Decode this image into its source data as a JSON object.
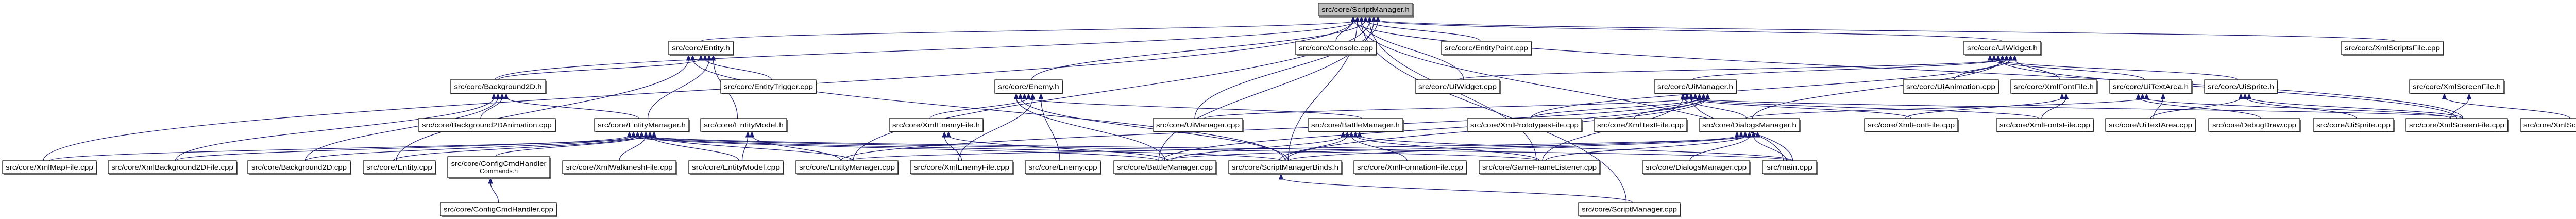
{
  "graph": {
    "type": "include-dependency-graph",
    "root": "sm_h",
    "colors": {
      "edge": "#191970",
      "root_fill": "#bfbfbf",
      "node_fill": "#ffffff",
      "node_border": "#000000"
    },
    "nodes": [
      {
        "id": "sm_h",
        "label": [
          "src/core/ScriptManager.h"
        ]
      },
      {
        "id": "xmlmap",
        "label": [
          "src/core/XmlMapFile.cpp"
        ]
      },
      {
        "id": "xmlbg",
        "label": [
          "src/core/XmlBackground2DFile.cpp"
        ]
      },
      {
        "id": "bg2dcpp",
        "label": [
          "src/core/Background2D.cpp"
        ]
      },
      {
        "id": "entitycpp",
        "label": [
          "src/core/Entity.cpp"
        ]
      },
      {
        "id": "cfgcmds",
        "label": [
          "src/core/ConfigCmdHandler",
          "Commands.h"
        ]
      },
      {
        "id": "cfgcpp",
        "label": [
          "src/core/ConfigCmdHandler.cpp"
        ]
      },
      {
        "id": "bg2dh",
        "label": [
          "src/core/Background2D.h"
        ]
      },
      {
        "id": "bg2danim",
        "label": [
          "src/core/Background2DAnimation.cpp"
        ]
      },
      {
        "id": "entityh",
        "label": [
          "src/core/Entity.h"
        ]
      },
      {
        "id": "trigger",
        "label": [
          "src/core/EntityTrigger.cpp"
        ]
      },
      {
        "id": "emh",
        "label": [
          "src/core/EntityManager.h"
        ]
      },
      {
        "id": "modelh",
        "label": [
          "src/core/EntityModel.h"
        ]
      },
      {
        "id": "xeh",
        "label": [
          "src/core/XmlEnemyFile.h"
        ]
      },
      {
        "id": "walk",
        "label": [
          "src/core/XmlWalkmeshFile.cpp"
        ]
      },
      {
        "id": "modelcpp",
        "label": [
          "src/core/EntityModel.cpp"
        ]
      },
      {
        "id": "emcpp",
        "label": [
          "src/core/EntityManager.cpp"
        ]
      },
      {
        "id": "xecpp",
        "label": [
          "src/core/XmlEnemyFile.cpp"
        ]
      },
      {
        "id": "enemyh",
        "label": [
          "src/core/Enemy.h"
        ]
      },
      {
        "id": "enemycpp",
        "label": [
          "src/core/Enemy.cpp"
        ]
      },
      {
        "id": "console",
        "label": [
          "src/core/Console.cpp"
        ]
      },
      {
        "id": "epoint",
        "label": [
          "src/core/EntityPoint.cpp"
        ]
      },
      {
        "id": "uiwcpp",
        "label": [
          "src/core/UiWidget.cpp"
        ]
      },
      {
        "id": "uimcpp",
        "label": [
          "src/core/UiManager.cpp"
        ]
      },
      {
        "id": "bmh",
        "label": [
          "src/core/BattleManager.h"
        ]
      },
      {
        "id": "proto",
        "label": [
          "src/core/XmlPrototypesFile.cpp"
        ]
      },
      {
        "id": "bmcpp",
        "label": [
          "src/core/BattleManager.cpp"
        ]
      },
      {
        "id": "binds",
        "label": [
          "src/core/ScriptManagerBinds.h"
        ]
      },
      {
        "id": "formation",
        "label": [
          "src/core/XmlFormationFile.cpp"
        ]
      },
      {
        "id": "gfl",
        "label": [
          "src/core/GameFrameListener.cpp"
        ]
      },
      {
        "id": "uiwh",
        "label": [
          "src/core/UiWidget.h"
        ]
      },
      {
        "id": "uimh",
        "label": [
          "src/core/UiManager.h"
        ]
      },
      {
        "id": "uianim",
        "label": [
          "src/core/UiAnimation.cpp"
        ]
      },
      {
        "id": "xfh",
        "label": [
          "src/core/XmlFontFile.h"
        ]
      },
      {
        "id": "xtext",
        "label": [
          "src/core/XmlTextFile.cpp"
        ]
      },
      {
        "id": "dmh",
        "label": [
          "src/core/DialogsManager.h"
        ]
      },
      {
        "id": "xfcpp",
        "label": [
          "src/core/XmlFontFile.cpp"
        ]
      },
      {
        "id": "xfonts",
        "label": [
          "src/core/XmlFontsFile.cpp"
        ]
      },
      {
        "id": "dmcpp",
        "label": [
          "src/core/DialogsManager.cpp"
        ]
      },
      {
        "id": "main",
        "label": [
          "src/main.cpp"
        ]
      },
      {
        "id": "smcpp",
        "label": [
          "src/core/ScriptManager.cpp"
        ]
      },
      {
        "id": "scripts",
        "label": [
          "src/core/XmlScriptsFile.cpp"
        ]
      },
      {
        "id": "utah",
        "label": [
          "src/core/UiTextArea.h"
        ]
      },
      {
        "id": "usph",
        "label": [
          "src/core/UiSprite.h"
        ]
      },
      {
        "id": "xsh",
        "label": [
          "src/core/XmlScreenFile.h"
        ]
      },
      {
        "id": "utacpp",
        "label": [
          "src/core/UiTextArea.cpp"
        ]
      },
      {
        "id": "debug",
        "label": [
          "src/core/DebugDraw.cpp"
        ]
      },
      {
        "id": "uspcpp",
        "label": [
          "src/core/UiSprite.cpp"
        ]
      },
      {
        "id": "xscpp",
        "label": [
          "src/core/XmlScreenFile.cpp"
        ]
      },
      {
        "id": "xsscpp",
        "label": [
          "src/core/XmlScreensFile.cpp"
        ]
      }
    ],
    "edges": [
      [
        "xmlmap",
        "sm_h"
      ],
      [
        "bg2dh",
        "sm_h"
      ],
      [
        "entityh",
        "sm_h"
      ],
      [
        "enemyh",
        "sm_h"
      ],
      [
        "emcpp",
        "sm_h"
      ],
      [
        "bmcpp",
        "sm_h"
      ],
      [
        "uimcpp",
        "sm_h"
      ],
      [
        "console",
        "sm_h"
      ],
      [
        "binds",
        "sm_h"
      ],
      [
        "uiwcpp",
        "sm_h"
      ],
      [
        "epoint",
        "sm_h"
      ],
      [
        "gfl",
        "sm_h"
      ],
      [
        "uiwh",
        "sm_h"
      ],
      [
        "scripts",
        "sm_h"
      ],
      [
        "xscpp",
        "sm_h"
      ],
      [
        "main",
        "sm_h"
      ],
      [
        "smcpp",
        "sm_h"
      ],
      [
        "bg2dh",
        "entityh"
      ],
      [
        "trigger",
        "entityh"
      ],
      [
        "emh",
        "entityh"
      ],
      [
        "modelh",
        "entityh"
      ],
      [
        "entitycpp",
        "entityh"
      ],
      [
        "binds",
        "entityh"
      ],
      [
        "xmlbg",
        "bg2dh"
      ],
      [
        "bg2dcpp",
        "bg2dh"
      ],
      [
        "bg2danim",
        "bg2dh"
      ],
      [
        "emh",
        "bg2dh"
      ],
      [
        "xmlmap",
        "emh"
      ],
      [
        "xmlbg",
        "emh"
      ],
      [
        "bg2dcpp",
        "emh"
      ],
      [
        "entitycpp",
        "emh"
      ],
      [
        "cfgcmds",
        "emh"
      ],
      [
        "walk",
        "emh"
      ],
      [
        "modelcpp",
        "emh"
      ],
      [
        "emcpp",
        "emh"
      ],
      [
        "bmcpp",
        "emh"
      ],
      [
        "binds",
        "emh"
      ],
      [
        "gfl",
        "emh"
      ],
      [
        "main",
        "emh"
      ],
      [
        "modelcpp",
        "modelh"
      ],
      [
        "emcpp",
        "modelh"
      ],
      [
        "enemycpp",
        "enemyh"
      ],
      [
        "bmcpp",
        "enemyh"
      ],
      [
        "binds",
        "enemyh"
      ],
      [
        "bmh",
        "enemyh"
      ],
      [
        "xeh",
        "enemyh"
      ],
      [
        "xecpp",
        "enemyh"
      ],
      [
        "xecpp",
        "xeh"
      ],
      [
        "bmcpp",
        "xeh"
      ],
      [
        "bmcpp",
        "bmh"
      ],
      [
        "binds",
        "bmh"
      ],
      [
        "formation",
        "bmh"
      ],
      [
        "gfl",
        "bmh"
      ],
      [
        "main",
        "bmh"
      ],
      [
        "proto",
        "uimh"
      ],
      [
        "xtext",
        "uimh"
      ],
      [
        "dmh",
        "uimh"
      ],
      [
        "xfcpp",
        "uimh"
      ],
      [
        "main",
        "uimh"
      ],
      [
        "uimcpp",
        "uimh"
      ],
      [
        "emcpp",
        "uimh"
      ],
      [
        "bmcpp",
        "uimh"
      ],
      [
        "binds",
        "uimh"
      ],
      [
        "gfl",
        "uimh"
      ],
      [
        "xscpp",
        "uimh"
      ],
      [
        "xfonts",
        "uimh"
      ],
      [
        "uimh",
        "uiwh"
      ],
      [
        "uiwcpp",
        "uiwh"
      ],
      [
        "uianim",
        "uiwh"
      ],
      [
        "xfh",
        "uiwh"
      ],
      [
        "utah",
        "uiwh"
      ],
      [
        "usph",
        "uiwh"
      ],
      [
        "xscpp",
        "uiwh"
      ],
      [
        "dmh",
        "uiwh"
      ],
      [
        "proto",
        "uiwh"
      ],
      [
        "xfcpp",
        "xfh"
      ],
      [
        "xfonts",
        "xfh"
      ],
      [
        "bmcpp",
        "dmh"
      ],
      [
        "binds",
        "dmh"
      ],
      [
        "gfl",
        "dmh"
      ],
      [
        "dmcpp",
        "dmh"
      ],
      [
        "main",
        "dmh"
      ],
      [
        "emcpp",
        "dmh"
      ],
      [
        "utacpp",
        "utah"
      ],
      [
        "debug",
        "utah"
      ],
      [
        "xscpp",
        "utah"
      ],
      [
        "dmh",
        "utah"
      ],
      [
        "utacpp",
        "usph"
      ],
      [
        "uspcpp",
        "usph"
      ],
      [
        "xscpp",
        "usph"
      ],
      [
        "xscpp",
        "xsh"
      ],
      [
        "xsscpp",
        "xsh"
      ],
      [
        "cfgcpp",
        "cfgcmds"
      ],
      [
        "smcpp",
        "binds"
      ]
    ]
  }
}
